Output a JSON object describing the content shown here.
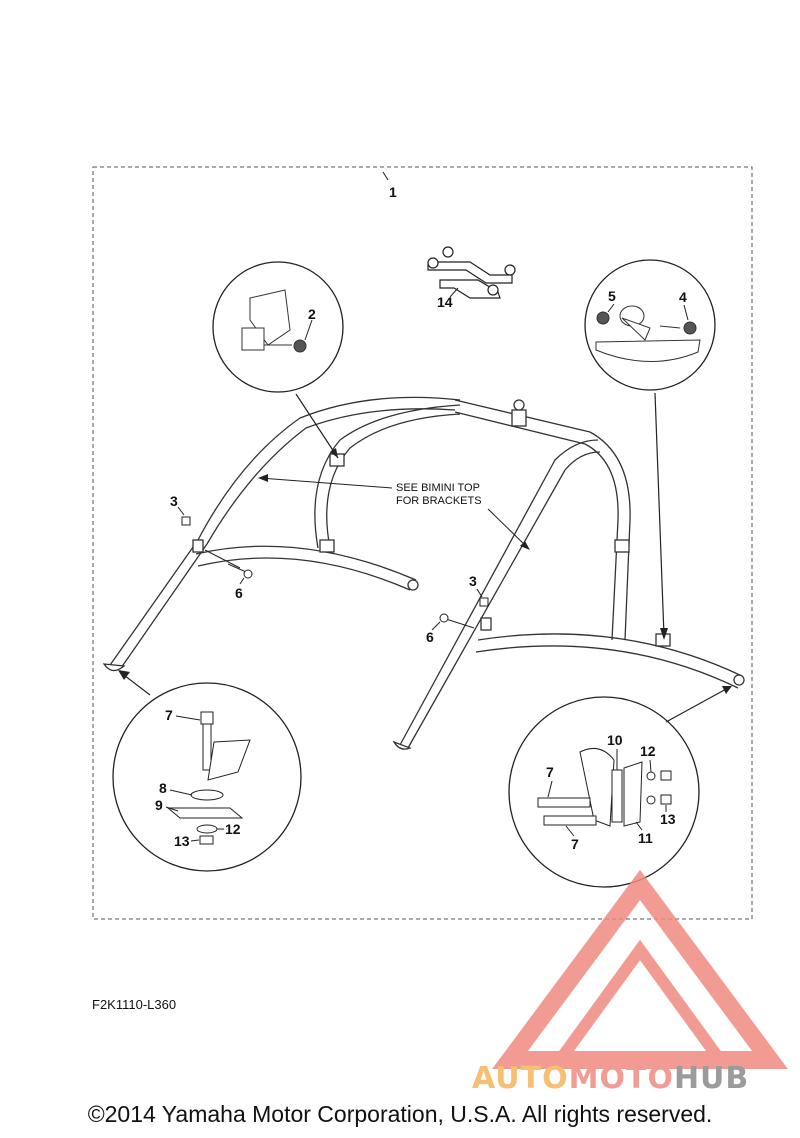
{
  "callouts": {
    "kit": "1",
    "knob_left": "2",
    "cap_left": "3",
    "knob_right": "4",
    "knob_right_b": "5",
    "bolt_left": "6",
    "bolt_right": "6",
    "cap_right": "3",
    "bottom_left_bolt": "7",
    "bottom_left_washer": "8",
    "bottom_left_plate": "9",
    "bottom_left_washer2": "12",
    "bottom_left_nut": "13",
    "bottom_right_bolt_a": "7",
    "bottom_right_bolt_b": "7",
    "bottom_right_spacer": "10",
    "bottom_right_plate": "11",
    "bottom_right_washer": "12",
    "bottom_right_nut": "13",
    "bracket": "14"
  },
  "note": {
    "line1": "SEE BIMINI TOP",
    "line2": "FOR BRACKETS"
  },
  "diagram_code": "F2K1110-L360",
  "copyright": "©2014 Yamaha Motor Corporation, U.S.A. All rights reserved.",
  "watermark": {
    "part1": "AUTO",
    "part2": "MOTO",
    "part3": "HUB"
  },
  "colors": {
    "watermark_red": "#f08a80",
    "watermark_orange": "#f5b45a",
    "watermark_gray": "#8a8a8a"
  }
}
